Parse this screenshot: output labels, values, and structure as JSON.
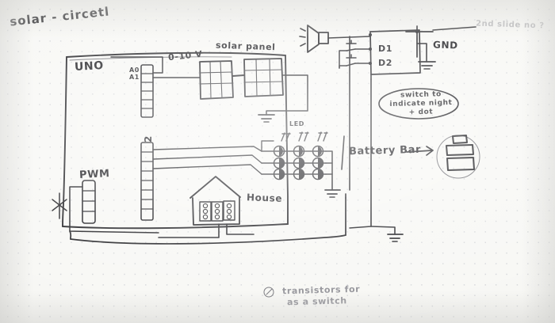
{
  "sketch": {
    "title": "solar - circetl",
    "medium": "hand-drawn pen sketch on dotted grid notebook paper",
    "paper_color": "#f7f7f4",
    "ink_color": "#16161a"
  },
  "labels": {
    "title": "solar - circetl",
    "uno": "UNO",
    "pin_a0": "A0",
    "pin_a1": "A1",
    "pin_2": "2",
    "pwm": "PWM",
    "voltage_range": "0-10 V",
    "solar_panel": "solar panel",
    "d1": "D1",
    "d2": "D2",
    "gnd": "GND",
    "led": "LED",
    "battery_bar": "Battery Bar",
    "battery_bar_arrow": "→",
    "house": "House",
    "note_oval": "switch to indicate night + dot",
    "note_oval_line1": "switch to",
    "note_oval_line2": "indicate  night",
    "note_oval_line3": "+ dot",
    "note_bottom_line1": "transistors for",
    "note_bottom_line2": "as a  switch",
    "note_bottom_bullet": "ⓐ",
    "note_topright": "2nd slide no ?"
  },
  "components": [
    {
      "name": "arduino-uno-board",
      "label": "UNO",
      "type": "microcontroller"
    },
    {
      "name": "analog-pin-header",
      "label": "A0 / A1",
      "type": "pin-header",
      "pins": [
        "A0",
        "A1"
      ]
    },
    {
      "name": "digital-pin-header",
      "label": "2",
      "type": "pin-header"
    },
    {
      "name": "pwm-pin-header",
      "label": "PWM",
      "type": "pin-header"
    },
    {
      "name": "solar-panel-cell-1",
      "label": "solar panel",
      "type": "solar-panel"
    },
    {
      "name": "solar-panel-cell-2",
      "label": "solar panel",
      "type": "solar-panel"
    },
    {
      "name": "speaker-buzzer",
      "label": "",
      "type": "buzzer"
    },
    {
      "name": "push-button-d1",
      "label": "D1",
      "type": "switch"
    },
    {
      "name": "push-button-d2",
      "label": "D2",
      "type": "switch"
    },
    {
      "name": "ground-symbol-gnd",
      "label": "GND",
      "type": "ground"
    },
    {
      "name": "ground-symbol-solar",
      "label": "",
      "type": "ground"
    },
    {
      "name": "ground-symbol-led",
      "label": "",
      "type": "ground"
    },
    {
      "name": "ground-symbol-house",
      "label": "",
      "type": "ground"
    },
    {
      "name": "led-matrix",
      "label": "LED",
      "type": "led-array",
      "rows": 3,
      "cols": 3
    },
    {
      "name": "battery-bar-icon",
      "label": "Battery Bar",
      "type": "indicator"
    },
    {
      "name": "house-figure",
      "label": "House",
      "type": "building",
      "window_rows": 3,
      "window_cols": 3
    }
  ],
  "led_matrix": {
    "label": "LED",
    "rows": 3,
    "cols": 3,
    "arrow_pairs": 3,
    "arrow_glyph": "↑↑"
  },
  "battery_bar": {
    "label": "Battery Bar",
    "segments": 2,
    "has_terminal_cap": true
  }
}
